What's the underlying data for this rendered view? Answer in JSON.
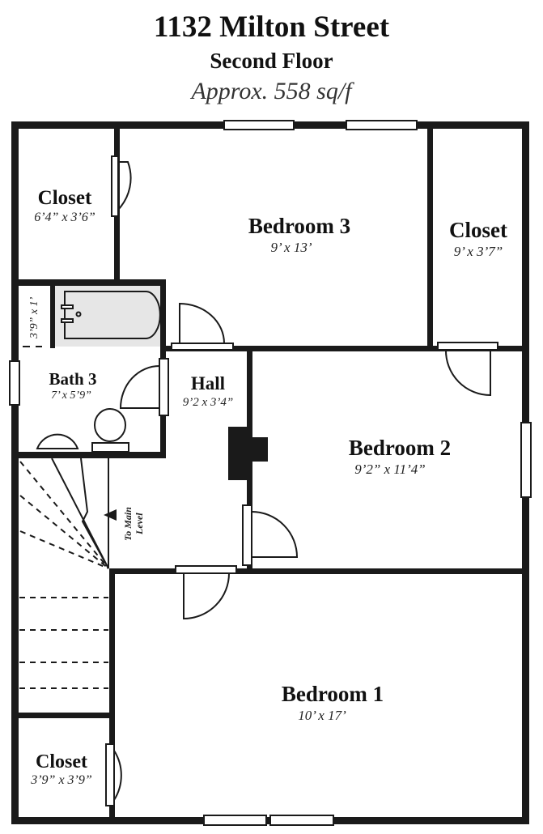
{
  "header": {
    "address": "1132 Milton Street",
    "floor": "Second Floor",
    "area": "Approx. 558 sq/f"
  },
  "rooms": {
    "closet_top_left": {
      "name": "Closet",
      "dims": "6’4” x 3’6”"
    },
    "bedroom3": {
      "name": "Bedroom 3",
      "dims": "9’ x 13’"
    },
    "closet_right": {
      "name": "Closet",
      "dims": "9’ x 3’7”"
    },
    "linen": {
      "dims": "3’9” x 1’"
    },
    "bath3": {
      "name": "Bath 3",
      "dims": "7’ x 5’9”"
    },
    "hall": {
      "name": "Hall",
      "dims": "9’2 x 3’4”"
    },
    "bedroom2": {
      "name": "Bedroom 2",
      "dims": "9’2” x 11’4”"
    },
    "bedroom1": {
      "name": "Bedroom 1",
      "dims": "10’ x 17’"
    },
    "closet_bottom_left": {
      "name": "Closet",
      "dims": "3’9” x 3’9”"
    }
  },
  "stairs": {
    "label_line1": "To Main",
    "label_line2": "Level"
  }
}
